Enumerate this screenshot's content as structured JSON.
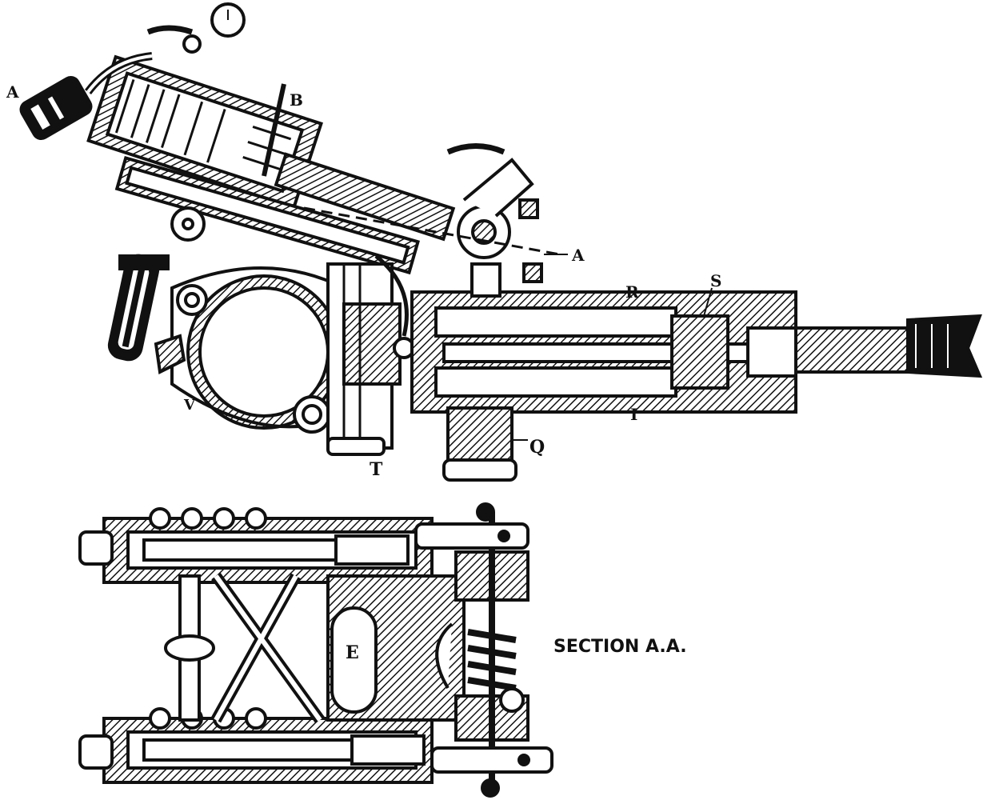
{
  "figure": {
    "labels": {
      "a_top_left": "A",
      "b": "B",
      "a_right": "A",
      "r": "R",
      "s": "S",
      "i": "I",
      "q": "Q",
      "t": "T",
      "v": "V",
      "e": "E"
    },
    "section_caption": "SECTION A.A."
  },
  "colors": {
    "ink": "#111111",
    "paper": "#ffffff"
  }
}
